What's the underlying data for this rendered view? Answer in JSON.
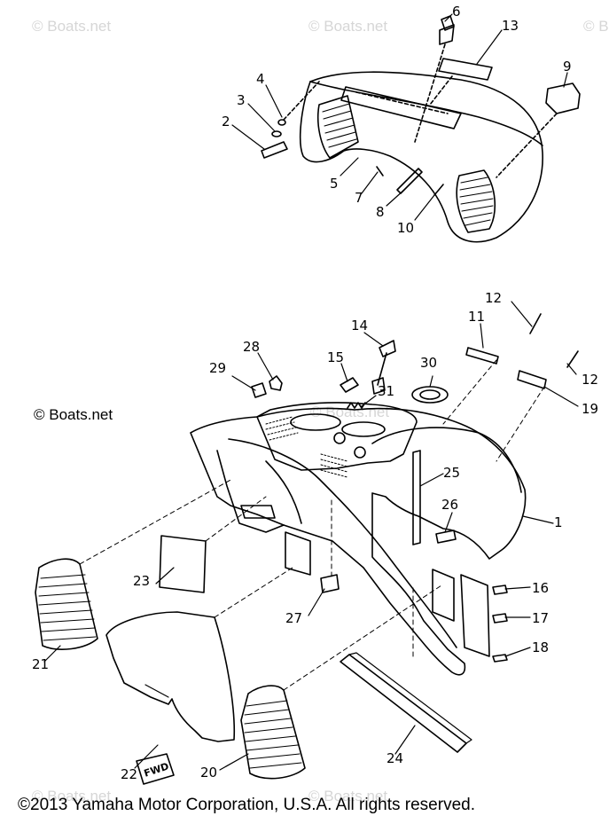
{
  "watermarks": {
    "top_left": "© Boats.net",
    "top_middle": "© Boats.net",
    "top_right": "© B",
    "middle_left": "© Boats.net",
    "center": "© Boats.net",
    "bottom_left": "© Boats.net",
    "bottom_middle": "© Boats.net"
  },
  "copyright": "©2013 Yamaha Motor Corporation, U.S.A. All rights reserved.",
  "direction_tag": "FWD",
  "callouts": {
    "p1": "1",
    "p2": "2",
    "p3": "3",
    "p4": "4",
    "p5": "5",
    "p6": "6",
    "p7": "7",
    "p8": "8",
    "p9": "9",
    "p10": "10",
    "p11": "11",
    "p12a": "12",
    "p12b": "12",
    "p13": "13",
    "p14": "14",
    "p15": "15",
    "p16": "16",
    "p17": "17",
    "p18": "18",
    "p19": "19",
    "p20": "20",
    "p21": "21",
    "p22": "22",
    "p23": "23",
    "p24": "24",
    "p25": "25",
    "p26": "26",
    "p27": "27",
    "p28": "28",
    "p29": "29",
    "p30": "30",
    "p31": "31"
  },
  "colors": {
    "line": "#000000",
    "watermark": "#d6d6d6",
    "background": "#ffffff"
  }
}
